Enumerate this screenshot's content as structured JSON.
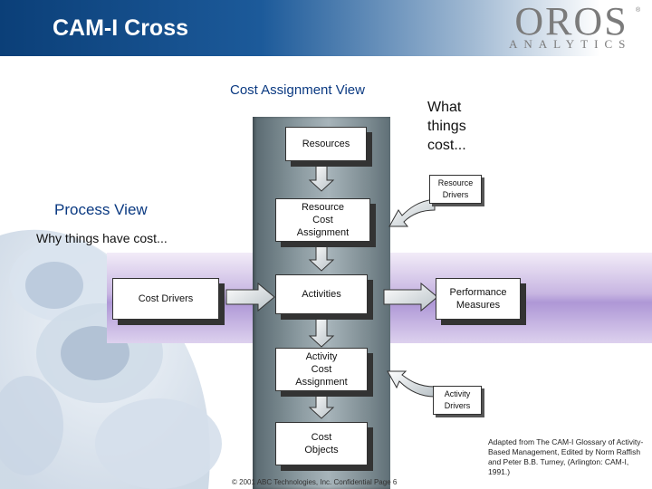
{
  "header": {
    "title": "CAM-I Cross",
    "logo_top": "OROS",
    "logo_reg": "®",
    "logo_bottom": "ANALYTICS"
  },
  "diagram": {
    "cost_view_title": "Cost Assignment View",
    "cost_view_question": "What\nthings\ncost...",
    "process_view_title": "Process View",
    "process_view_subtitle": "Why things have cost...",
    "boxes": {
      "resources": "Resources",
      "resource_cost_assignment": "Resource\nCost\nAssignment",
      "activities": "Activities",
      "activity_cost_assignment": "Activity\nCost\nAssignment",
      "cost_objects": "Cost\nObjects",
      "cost_drivers": "Cost Drivers",
      "performance_measures": "Performance\nMeasures",
      "resource_drivers": "Resource\nDrivers",
      "activity_drivers": "Activity\nDrivers"
    }
  },
  "footer": {
    "copyright": "© 2001 ABC Technologies, Inc. Confidential   Page 6",
    "citation": "Adapted from The CAM-I Glossary of Activity-Based Management, Edited by Norm Raffish and Peter B.B. Turney, (Arlington: CAM-I, 1991.)"
  },
  "colors": {
    "header_blue": "#0b3f78",
    "title_blue": "#0b3a82",
    "band_purple": "#ae97d6",
    "column_gray": "#8d9ca2"
  }
}
